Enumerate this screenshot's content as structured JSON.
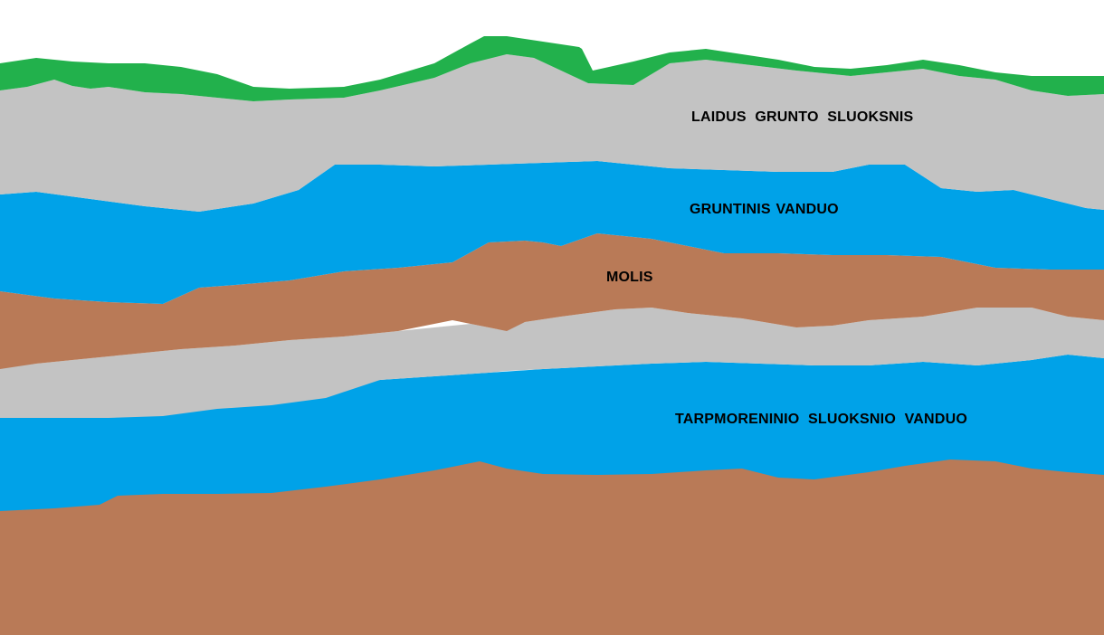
{
  "layers": [
    {
      "id": "grass",
      "color": "#22b14c"
    },
    {
      "id": "permeable-soil",
      "color": "#c3c3c3"
    },
    {
      "id": "groundwater",
      "color": "#00a2e8"
    },
    {
      "id": "clay",
      "color": "#b97a57"
    },
    {
      "id": "inter-moraine-gravel",
      "color": "#c3c3c3"
    },
    {
      "id": "inter-moraine-water",
      "color": "#00a2e8"
    },
    {
      "id": "bottom-clay",
      "color": "#b97a57"
    }
  ],
  "labels": {
    "permeable_soil": "LAIDUS GRUNTO SLUOKSNIS",
    "groundwater": "GRUNTINIS VANDUO",
    "clay": "MOLIS",
    "inter_moraine_water": "TARPMORENINIO SLUOKSNIO VANDUO"
  }
}
